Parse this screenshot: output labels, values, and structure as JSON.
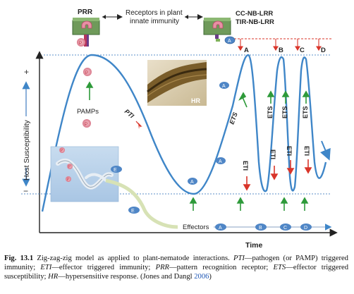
{
  "header": {
    "prr_label": "PRR",
    "receptors_line1": "Receptors in plant",
    "receptors_line2": "innate immunity",
    "ccnb_label": "CC-NB-LRR",
    "tirnb_label": "TIR-NB-LRR"
  },
  "markers": {
    "P": "P",
    "A": "A",
    "E": "E",
    "C": "C",
    "D": "D",
    "B": "B"
  },
  "stage_letters": [
    "A",
    "B",
    "C",
    "D"
  ],
  "labels": {
    "pamps": "PAMPs",
    "pti": "PTI",
    "hr": "HR",
    "ets": "ETS",
    "eti": "ETI",
    "effectors": "Effectors",
    "time": "Time",
    "y_axis": "Host   Susceptibility",
    "plus": "+",
    "minus": "−"
  },
  "effector_chain": [
    "A",
    "B",
    "C",
    "D"
  ],
  "caption": {
    "fig": "Fig. 13.1",
    "text1": " Zig-zag-zig model as applied to plant-nematode interactions. ",
    "pti": "PTI",
    "text2": "—pathogen (or PAMP) triggered immunity; ",
    "eti": "ETI",
    "text3": "—effector triggered immunity; ",
    "prr": "PRR",
    "text4": "—pattern recognition receptor; ",
    "ets": "ETS",
    "text5": "—effector triggered susceptibility; ",
    "hr": "HR",
    "text6": "—hypersensitive response. (Jones and Dangl ",
    "year": "2006",
    "text7": ")"
  },
  "colors": {
    "curve": "#3f86c8",
    "dotted": "#5b8fc9",
    "arrow_red": "#d9352a",
    "arrow_green": "#2e9a3a",
    "marker_fill": "#4f86c6",
    "p_fill": "#e9a0ad",
    "p_text": "#c0283a"
  }
}
